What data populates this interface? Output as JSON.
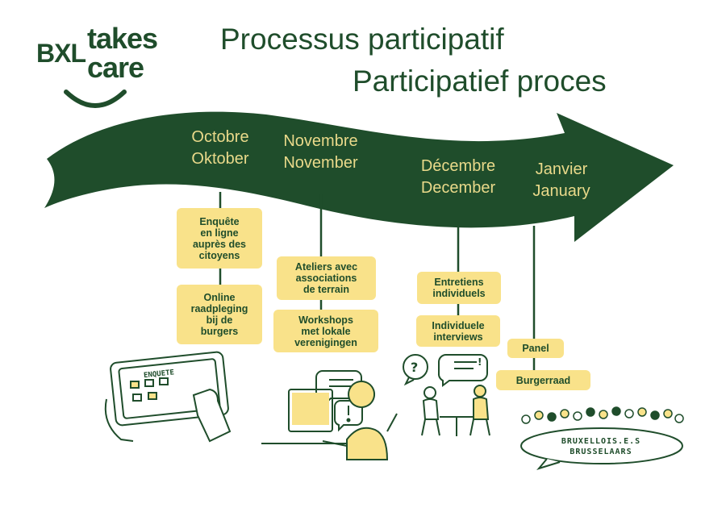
{
  "logo": {
    "prefix": "BXL",
    "line1": "takes",
    "line2": "care"
  },
  "titles": {
    "fr": "Processus participatif",
    "nl": "Participatief proces"
  },
  "months": [
    {
      "fr": "Octobre",
      "nl": "Oktober"
    },
    {
      "fr": "Novembre",
      "nl": "November"
    },
    {
      "fr": "Décembre",
      "nl": "December"
    },
    {
      "fr": "Janvier",
      "nl": "January"
    }
  ],
  "steps": {
    "oct_fr": "Enquête\nen ligne\nauprès des\ncitoyens",
    "oct_nl": "Online\nraadpleging\nbij de\nburgers",
    "nov_fr": "Ateliers avec\nassociations\nde terrain",
    "nov_nl": "Workshops\nmet lokale\nverenigingen",
    "dec_fr": "Entretiens\nindividuels",
    "dec_nl": "Individuele\ninterviews",
    "jan_fr": "Panel",
    "jan_nl": "Burgerraad"
  },
  "illustrations": {
    "tablet_label": "ENQUETE",
    "bubble": "BRUXELLOIS.E.S\nBRUSSELAARS"
  },
  "colors": {
    "dark_green": "#1f4d2b",
    "month_yellow": "#e9d98a",
    "box_yellow": "#f9e28a"
  }
}
